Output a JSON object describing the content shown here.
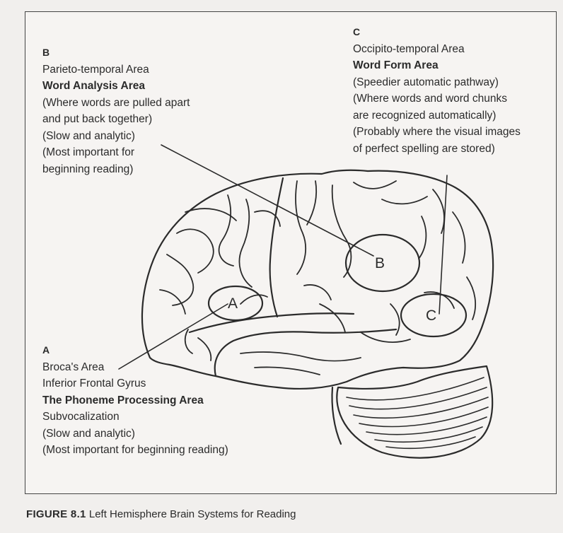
{
  "figure": {
    "caption_number": "FIGURE 8.1",
    "caption_text": "Left Hemisphere Brain Systems for Reading"
  },
  "regions": {
    "a": {
      "marker": "A",
      "lines": [
        "Broca's Area",
        "Inferior Frontal Gyrus",
        "The Phoneme Processing Area",
        "Subvocalization",
        "(Slow and analytic)",
        "(Most important for beginning reading)"
      ]
    },
    "b": {
      "marker": "B",
      "lines": [
        "Parieto-temporal Area",
        "Word Analysis Area",
        "(Where words are pulled apart",
        "and put back together)",
        "(Slow and analytic)",
        "(Most important for",
        "beginning reading)"
      ]
    },
    "c": {
      "marker": "C",
      "lines": [
        "Occipito-temporal Area",
        "Word Form Area",
        "(Speedier automatic pathway)",
        "(Where words and word chunks",
        "are recognized automatically)",
        "(Probably where the visual images",
        "of perfect spelling are stored)"
      ]
    }
  },
  "colors": {
    "ink": "#2b2b2b",
    "paper": "#f6f4f2"
  }
}
